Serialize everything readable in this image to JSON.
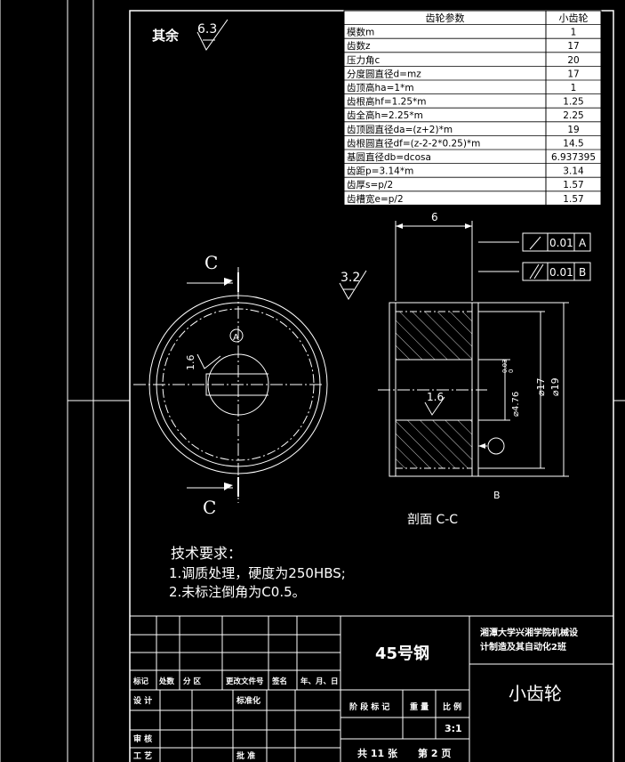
{
  "params_table": {
    "header": [
      "齿轮参数",
      "小齿轮"
    ],
    "rows": [
      [
        "模数m",
        "1"
      ],
      [
        "齿数z",
        "17"
      ],
      [
        "压力角c",
        "20"
      ],
      [
        "分度圆直径d=mz",
        "17"
      ],
      [
        "齿顶高ha=1*m",
        "1"
      ],
      [
        "齿根高hf=1.25*m",
        "1.25"
      ],
      [
        "齿全高h=2.25*m",
        "2.25"
      ],
      [
        "齿顶圆直径da=(z+2)*m",
        "19"
      ],
      [
        "齿根圆直径df=(z-2-2*0.25)*m",
        "14.5"
      ],
      [
        "基圆直径db=dcosa",
        "6.937395"
      ],
      [
        "齿距p=3.14*m",
        "3.14"
      ],
      [
        "齿厚s=p/2",
        "1.57"
      ],
      [
        "齿槽宽e=p/2",
        "1.57"
      ]
    ]
  },
  "surface": {
    "qiyu_label": "其余",
    "rough_default": "6.3",
    "rough_side": "3.2",
    "rough_inner": "1.6",
    "rough_bore": "1.6"
  },
  "front_view": {
    "section_mark_top": "C",
    "section_mark_bottom": "C",
    "datum_a": "A"
  },
  "section_view": {
    "width_dim": "6",
    "tol1_value": "0.01",
    "tol1_datum": "A",
    "tol2_value": "0.01",
    "tol2_datum": "B",
    "dim_bore": "⌀4.76",
    "dim_bore_tol_upper": "0.03",
    "dim_bore_tol_lower": "0",
    "dim_pitch": "⌀17",
    "dim_outer": "⌀19",
    "datum_b": "B",
    "caption": "剖面 C-C"
  },
  "tech": {
    "title": "技术要求：",
    "items": [
      "1.调质处理，硬度为250HBS;",
      "2.未标注倒角为C0.5。"
    ]
  },
  "title_block": {
    "material": "45号钢",
    "school_line1": "湘潭大学兴湘学院机械设",
    "school_line2": "计制造及其自动化2班",
    "part_name": "小齿轮",
    "rev_headers": [
      "标记",
      "处数",
      "分 区",
      "更改文件号",
      "签名",
      "年、月、日"
    ],
    "design_label": "设 计",
    "standard_label": "标准化",
    "review_label": "审 核",
    "process_label": "工 艺",
    "approve_label": "批 准",
    "stage_headers": [
      "阶 段 标 记",
      "重 量",
      "比 例"
    ],
    "scale": "3:1",
    "sheets_total": "共 11 张",
    "sheet_no": "第 2 页"
  }
}
